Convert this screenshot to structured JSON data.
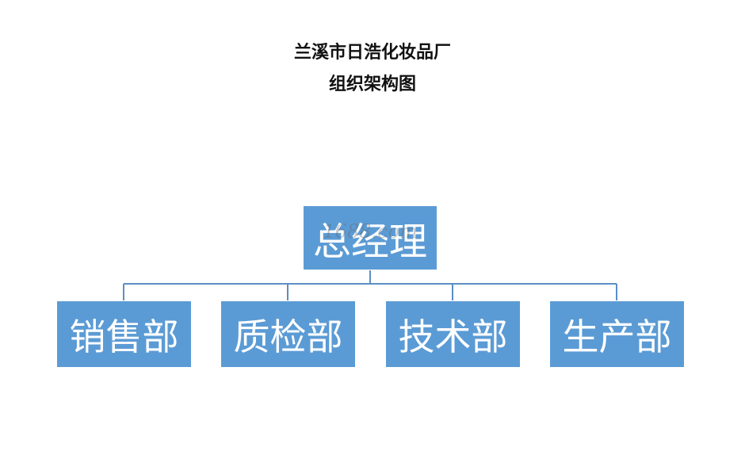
{
  "title": {
    "line1": "兰溪市日浩化妆品厂",
    "line2": "组织架构图"
  },
  "root": {
    "label": "总经理"
  },
  "departments": [
    {
      "label": "销售部"
    },
    {
      "label": "质检部"
    },
    {
      "label": "技术部"
    },
    {
      "label": "生产部"
    }
  ],
  "watermark": "1688.com",
  "colors": {
    "node_fill": "#5b9bd5",
    "node_text": "#ffffff",
    "connector": "#5b8fc4",
    "title_text": "#111111"
  }
}
